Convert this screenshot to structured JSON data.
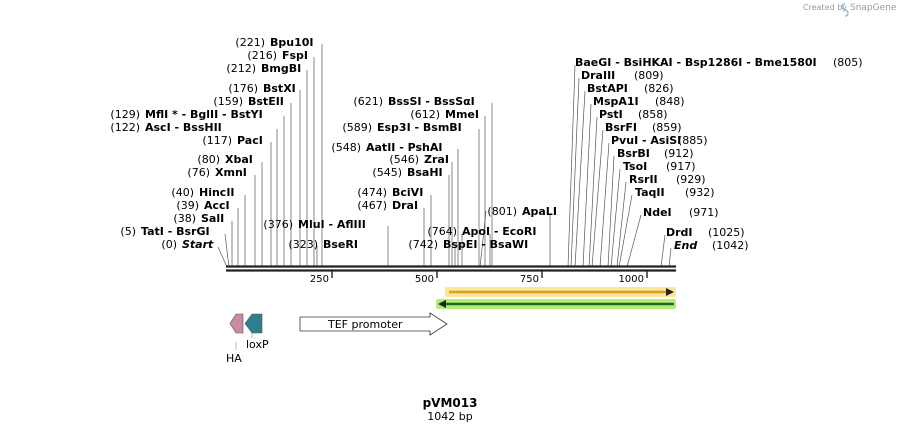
{
  "credit": "Created by",
  "credit_brand": "SnapGene",
  "plasmid": {
    "name": "pVM013",
    "length_label": "1042 bp",
    "length": 1042
  },
  "colors": {
    "backbone": "#222222",
    "orf_fwd": "#e39a2c",
    "orf_fwd_glow": "#f7e27a",
    "orf_rev": "#1a6e1a",
    "orf_rev_glow": "#a6e35a",
    "ha": "#c98aa6",
    "loxp": "#2e7f8e",
    "promoter": "#ffffff"
  },
  "axis_ticks": [
    "250",
    "500",
    "750",
    "1000"
  ],
  "left_sites": [
    {
      "pos": "(221)",
      "name": "Bpu10I"
    },
    {
      "pos": "(216)",
      "name": "FspI"
    },
    {
      "pos": "(212)",
      "name": "BmgBI"
    },
    {
      "pos": "(176)",
      "name": "BstXI"
    },
    {
      "pos": "(159)",
      "name": "BstEII"
    },
    {
      "pos": "(129)",
      "name": "MflI *  -  BglII  -  BstYI"
    },
    {
      "pos": "(122)",
      "name": "AscI  -  BssHII"
    },
    {
      "pos": "(117)",
      "name": "PacI"
    },
    {
      "pos": "(80)",
      "name": "XbaI"
    },
    {
      "pos": "(76)",
      "name": "XmnI"
    },
    {
      "pos": "(40)",
      "name": "HincII"
    },
    {
      "pos": "(39)",
      "name": "AccI"
    },
    {
      "pos": "(38)",
      "name": "SalI"
    },
    {
      "pos": "(5)",
      "name": "TatI  -  BsrGI"
    },
    {
      "pos": "(0)",
      "name": "Start",
      "italic": true
    }
  ],
  "mid_left_sites": [
    {
      "pos": "(376)",
      "name": "MluI  -  AflIII"
    },
    {
      "pos": "(323)",
      "name": "BseRI"
    }
  ],
  "mid_sites": [
    {
      "pos": "(621)",
      "name": "BssSI  -  BssSαI"
    },
    {
      "pos": "(612)",
      "name": "MmeI"
    },
    {
      "pos": "(589)",
      "name": "Esp3I  -  BsmBI"
    },
    {
      "pos": "(548)",
      "name": "AatII  -  PshAI"
    },
    {
      "pos": "(546)",
      "name": "ZraI"
    },
    {
      "pos": "(545)",
      "name": "BsaHI"
    },
    {
      "pos": "(474)",
      "name": "BciVI"
    },
    {
      "pos": "(467)",
      "name": "DraI"
    },
    {
      "pos": "(764)",
      "name": "ApoI  -  EcoRI"
    },
    {
      "pos": "(742)",
      "name": "BspEI  -  BsaWI"
    },
    {
      "pos": "(801)",
      "name": "ApaLI"
    }
  ],
  "right_sites": [
    {
      "name": "BaeGI  -  BsiHKAI  -  Bsp1286I  -  Bme1580I",
      "pos": "(805)"
    },
    {
      "name": "DraIII",
      "pos": "(809)"
    },
    {
      "name": "BstAPI",
      "pos": "(826)"
    },
    {
      "name": "MspA1I",
      "pos": "(848)"
    },
    {
      "name": "PstI",
      "pos": "(858)"
    },
    {
      "name": "BsrFI",
      "pos": "(859)"
    },
    {
      "name": "PvuI  -  AsiSI",
      "pos": "(885)"
    },
    {
      "name": "BsrBI",
      "pos": "(912)"
    },
    {
      "name": "TsoI",
      "pos": "(917)"
    },
    {
      "name": "RsrII",
      "pos": "(929)"
    },
    {
      "name": "TaqII",
      "pos": "(932)"
    },
    {
      "name": "NdeI",
      "pos": "(971)"
    },
    {
      "name": "DrdI",
      "pos": "(1025)"
    },
    {
      "name": "End",
      "pos": "(1042)",
      "italic": true
    }
  ],
  "features": {
    "ha": "HA",
    "loxp": "loxP",
    "promoter": "TEF promoter"
  }
}
